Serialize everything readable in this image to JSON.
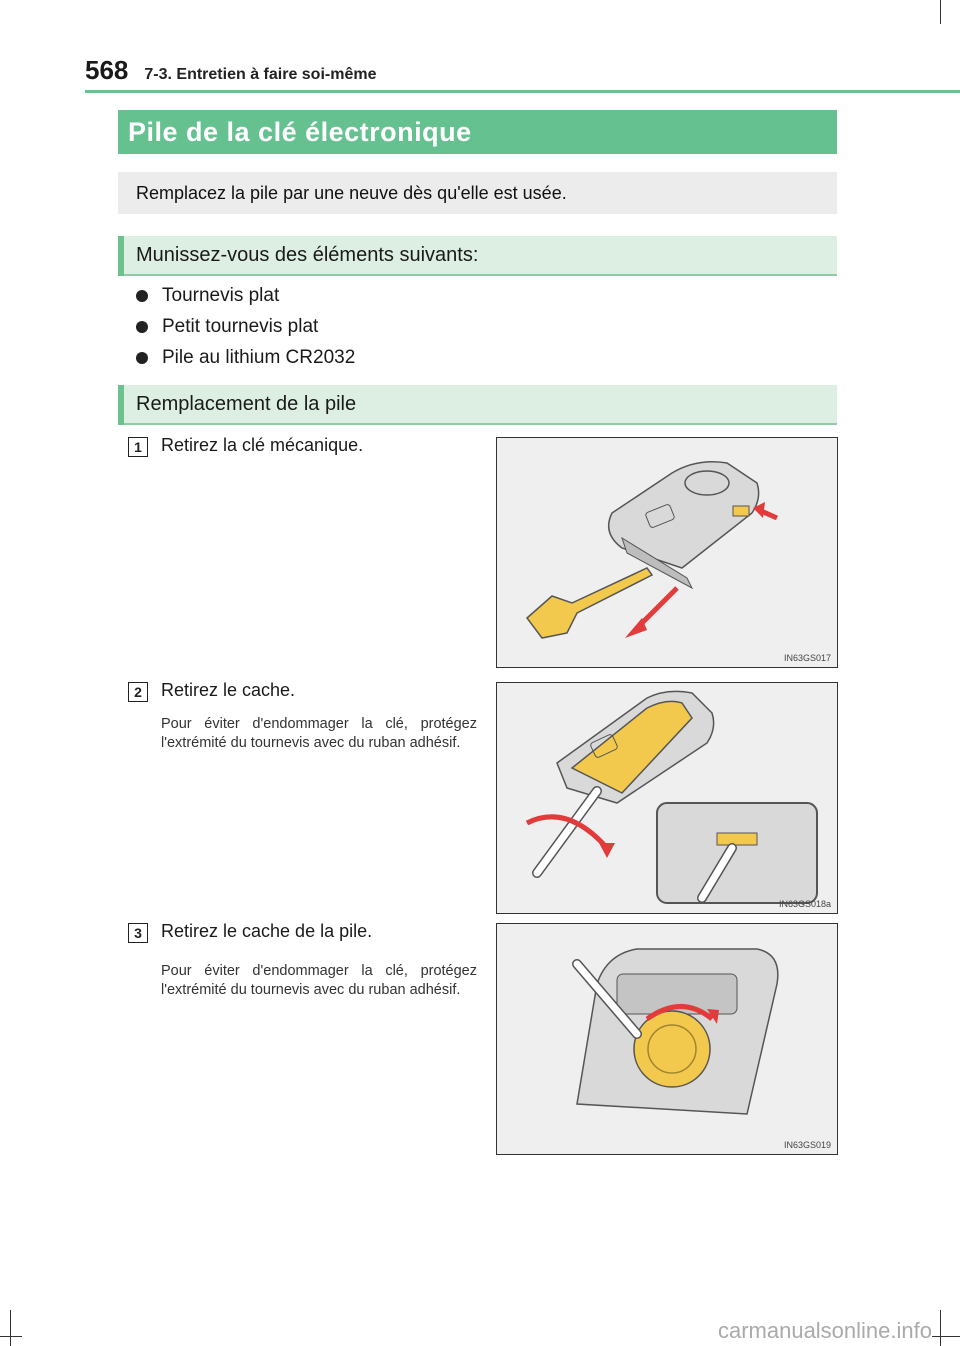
{
  "header": {
    "page_number": "568",
    "section": "7-3. Entretien à faire soi-même"
  },
  "title": "Pile de la clé électronique",
  "intro": "Remplacez la pile par une neuve dès qu'elle est usée.",
  "supplies": {
    "heading": "Munissez-vous des éléments suivants:",
    "items": [
      "Tournevis plat",
      "Petit tournevis plat",
      "Pile au lithium CR2032"
    ]
  },
  "replacement": {
    "heading": "Remplacement de la pile",
    "steps": [
      {
        "number": "1",
        "text": "Retirez la clé mécanique.",
        "note": "",
        "figure_code": "IN63GS017"
      },
      {
        "number": "2",
        "text": "Retirez le cache.",
        "note": "Pour éviter d'endommager la clé, protégez l'extrémité du tournevis avec du ruban adhésif.",
        "figure_code": "IN63GS018a"
      },
      {
        "number": "3",
        "text": "Retirez le cache de la pile.",
        "note": "Pour éviter d'endommager la clé, protégez l'extrémité du tournevis avec du ruban adhésif.",
        "figure_code": "IN63GS019"
      }
    ]
  },
  "watermark": "carmanualsonline.info",
  "colors": {
    "accent_green": "#66c190",
    "sub_head_bg": "#dcefe2",
    "highlight_yellow": "#f2c94c",
    "arrow_red": "#e23b3b"
  }
}
